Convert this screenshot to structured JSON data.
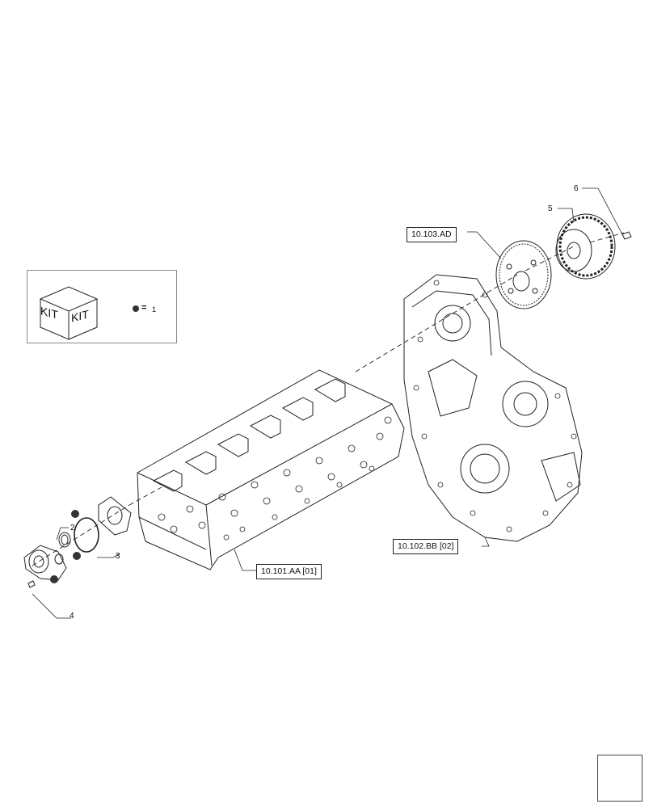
{
  "kit_legend": {
    "kit_labels": [
      "KIT",
      "KIT"
    ],
    "equals_text": "=",
    "quantity": "1"
  },
  "callouts": [
    "2",
    "3",
    "4",
    "5",
    "6"
  ],
  "references": {
    "gear_train": "10.103.AD",
    "cylinder_head": "10.101.AA [01]",
    "timing_housing": "10.102.BB [02]"
  },
  "nav_icon": "folder-return-icon"
}
